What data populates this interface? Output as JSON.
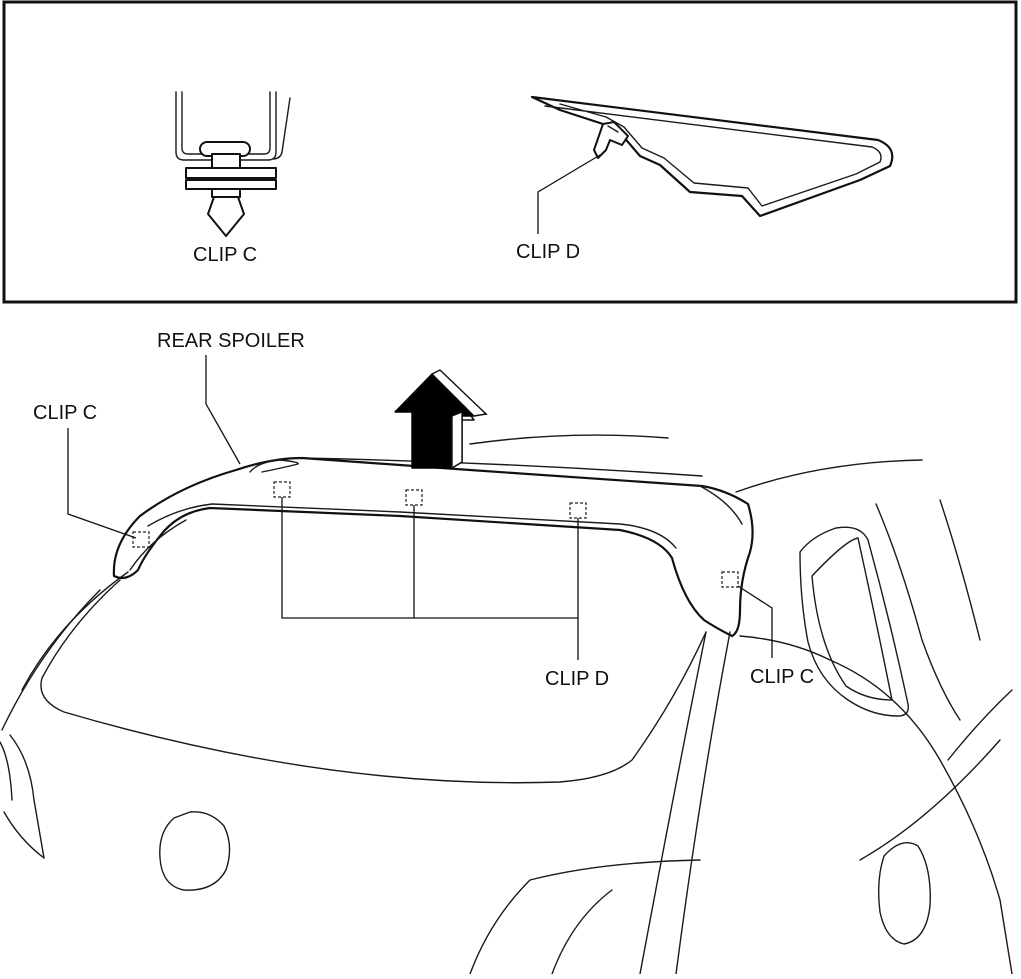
{
  "inset": {
    "clip_c_label": "CLIP C",
    "clip_d_label": "CLIP D"
  },
  "main": {
    "rear_spoiler_label": "REAR SPOILER",
    "clip_c_left_label": "CLIP C",
    "clip_d_label": "CLIP D",
    "clip_c_right_label": "CLIP C"
  },
  "colors": {
    "line": "#111111",
    "background": "#ffffff",
    "arrow": "#000000"
  },
  "icons": {
    "removal_direction": "up-arrow-icon"
  }
}
